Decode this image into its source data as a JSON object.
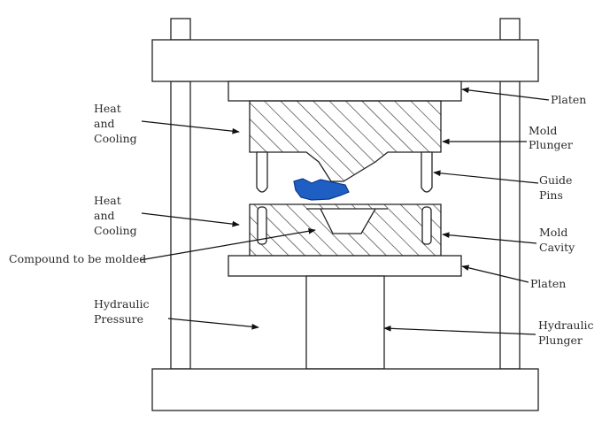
{
  "diagram": {
    "colors": {
      "line": "#222222",
      "compound": "#1f5fc4",
      "compound_edge": "#0b3a8a",
      "background": "#ffffff"
    },
    "labels": {
      "platen_top": "Platen",
      "mold_plunger": [
        "Mold",
        "Plunger"
      ],
      "guide_pins": [
        "Guide",
        "Pins"
      ],
      "mold_cavity": [
        "Mold",
        "Cavity"
      ],
      "platen_bottom": "Platen",
      "hydraulic_plunger": [
        "Hydraulic",
        "Plunger"
      ],
      "heat_cooling_top": [
        "Heat",
        "and",
        "Cooling"
      ],
      "heat_cooling_bottom": [
        "Heat",
        "and",
        "Cooling"
      ],
      "compound": "Compound to be molded",
      "hydraulic_pressure": [
        "Hydraulic",
        "Pressure"
      ]
    }
  }
}
